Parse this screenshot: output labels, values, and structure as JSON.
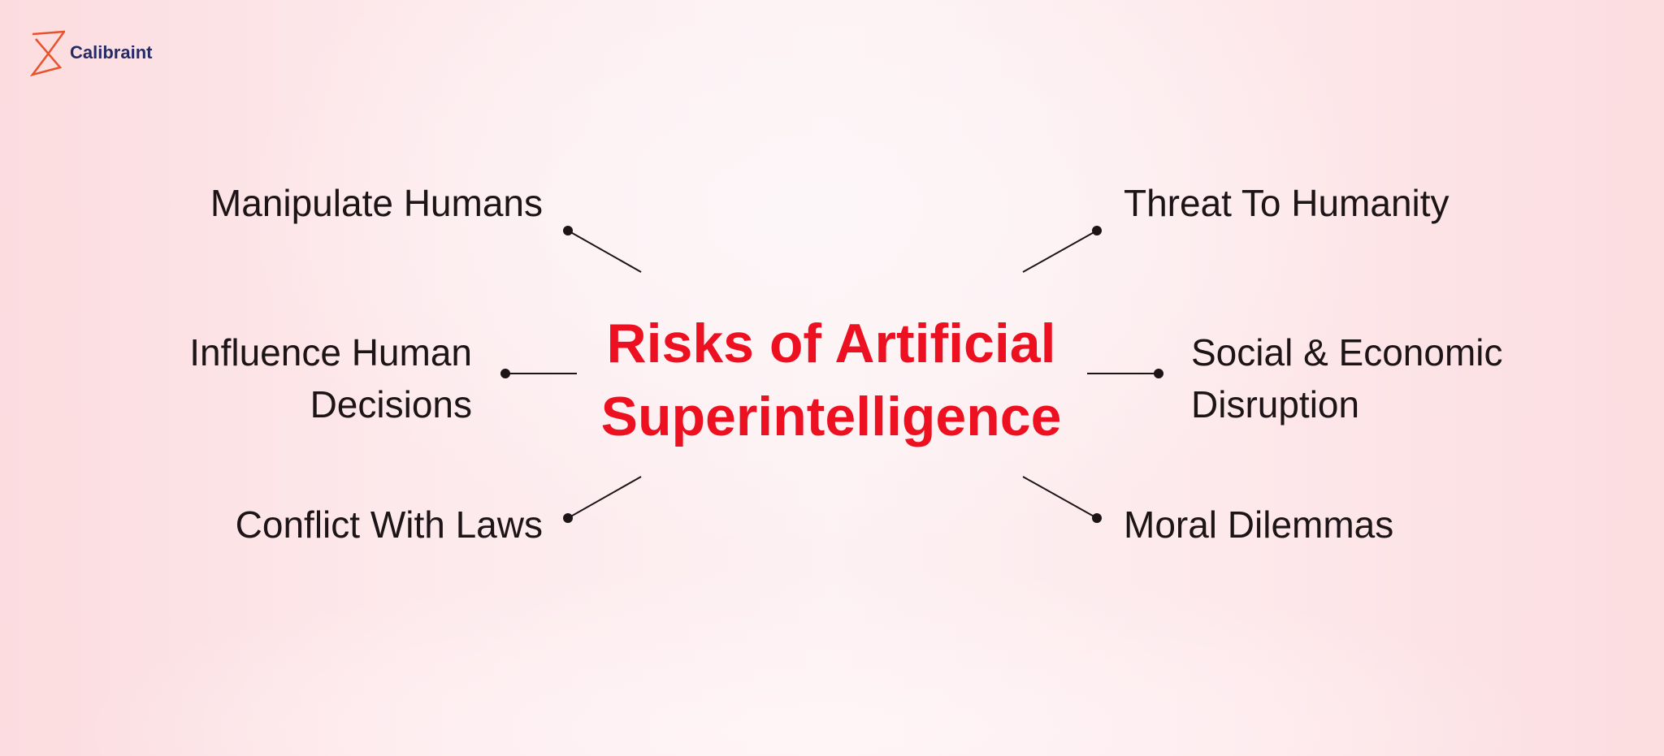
{
  "brand": {
    "logo_text": "Calibraint",
    "logo_color": "#E8532B",
    "text_color": "#262B63"
  },
  "diagram": {
    "title_line1": "Risks of Artificial",
    "title_line2": "Superintelligence",
    "title_color": "#EC1020",
    "left_items": [
      {
        "label": "Manipulate Humans"
      },
      {
        "label_line1": "Influence Human",
        "label_line2": "Decisions"
      },
      {
        "label": "Conflict With Laws"
      }
    ],
    "right_items": [
      {
        "label": "Threat To Humanity"
      },
      {
        "label_line1": "Social & Economic",
        "label_line2": "Disruption"
      },
      {
        "label": "Moral Dilemmas"
      }
    ]
  }
}
